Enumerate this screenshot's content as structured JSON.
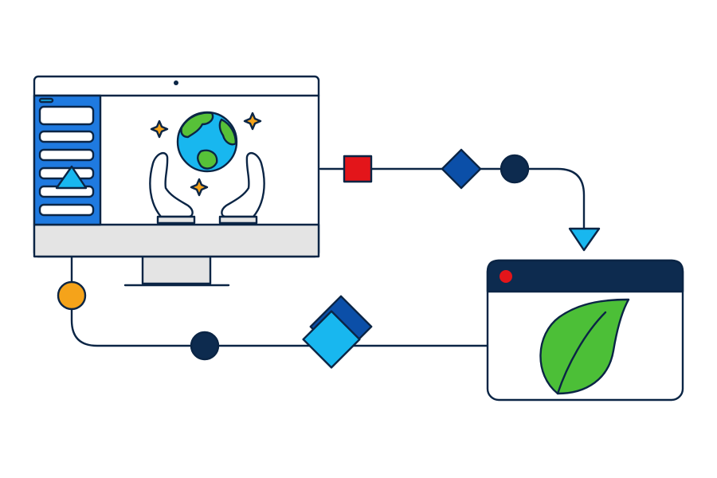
{
  "colors": {
    "outline": "#0b2545",
    "navy": "#0d2b4f",
    "sidebar_blue": "#1f7ae0",
    "light_blue": "#18b7ef",
    "royal_blue": "#0b4fa8",
    "red": "#e3151a",
    "orange": "#f5a31a",
    "green": "#57c138",
    "leaf_green": "#4cbf37",
    "monitor_stand": "#e4e4e4",
    "white": "#ffffff"
  },
  "icons": {
    "monitor": "desktop-monitor-icon",
    "globe": "globe-icon",
    "hands": "open-hands-icon",
    "sparkle": "sparkle-icon",
    "browser": "browser-window-icon",
    "leaf": "leaf-icon",
    "square": "square-node-icon",
    "diamond": "diamond-node-icon",
    "circle": "circle-node-icon",
    "triangle": "triangle-arrow-icon"
  },
  "diagram": {
    "flow": [
      "desktop-monitor",
      "red-square",
      "blue-diamond",
      "navy-circle",
      "down-triangle",
      "browser-window",
      "stacked-diamonds",
      "navy-circle",
      "orange-circle",
      "up-triangle",
      "desktop-monitor"
    ]
  }
}
